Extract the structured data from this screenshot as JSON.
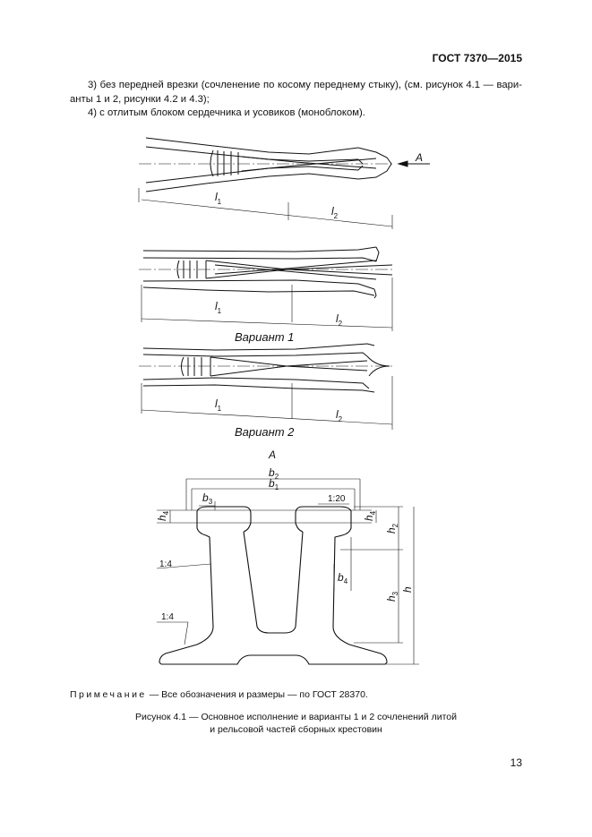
{
  "header": {
    "standard": "ГОСТ 7370—2015"
  },
  "body": {
    "item3": "3) без передней врезки (сочленение по косому переднему стыку), (см. рисунок 4.1 — вари­анты 1 и 2, рисунки 4.2 и 4.3);",
    "item4": "4) с отлитым блоком сердечника и усовиков (моноблоком)."
  },
  "figure": {
    "view_marker": "A",
    "section_title": "А",
    "variant1": "Вариант 1",
    "variant2": "Вариант 2",
    "labels": {
      "l": "l",
      "l_sub1": "1",
      "l_sub2": "2",
      "b": "b",
      "b_sub1": "1",
      "b_sub2": "2",
      "b_sub3": "3",
      "b_sub4": "4",
      "h": "h",
      "h_sub2": "2",
      "h_sub3": "3",
      "h_sub4": "4",
      "slope_top": "1:20",
      "slope_mid": "1:4",
      "slope_low": "1:4"
    }
  },
  "note": {
    "label": "Примечание",
    "text": " — Все обозначения и размеры — по ГОСТ 28370."
  },
  "caption": {
    "line1": "Рисунок 4.1 — Основное исполнение и варианты 1 и 2 сочленений литой",
    "line2": "и рельсовой частей сборных крестовин"
  },
  "page_number": "13"
}
